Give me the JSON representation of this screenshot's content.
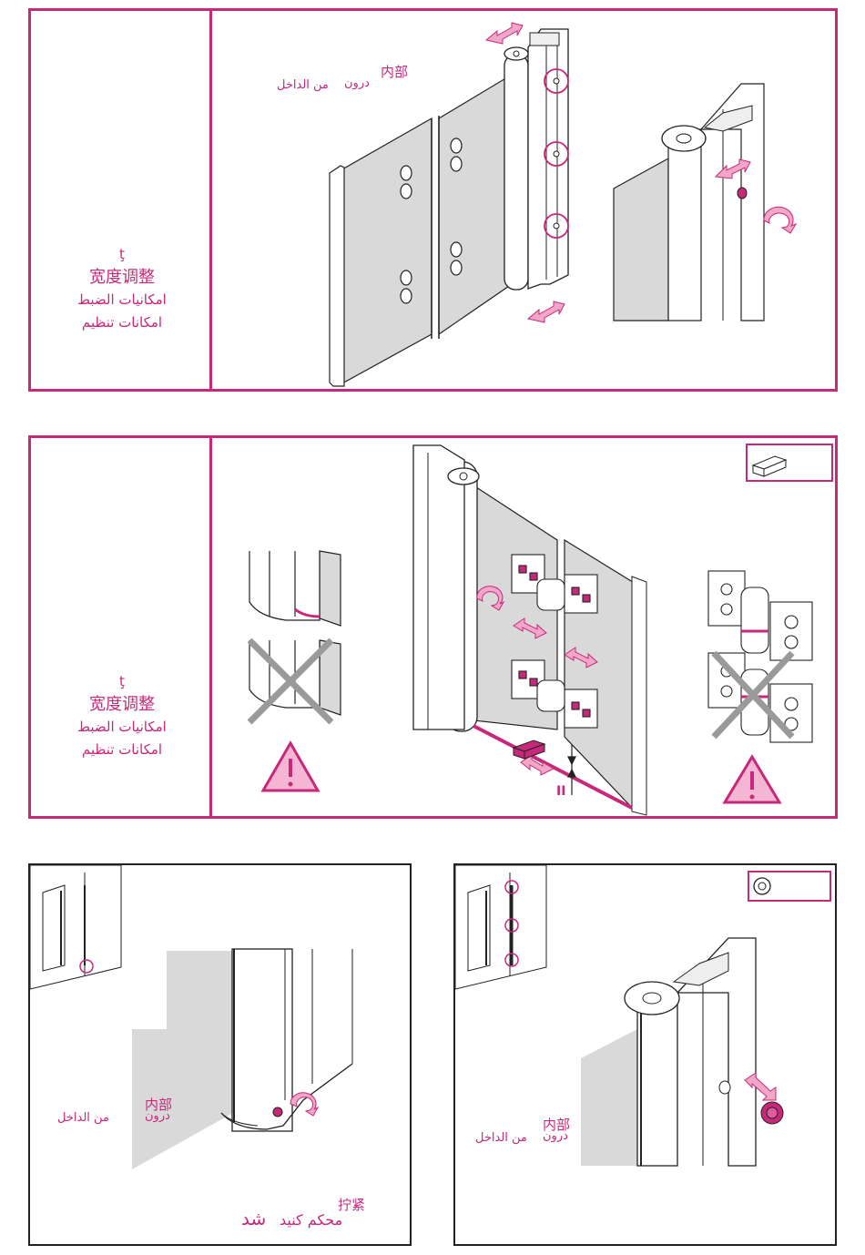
{
  "panels": [
    {
      "label": {
        "symbol": "ţ",
        "chinese": "宽度调整",
        "arabic_1": "امكانيات الضبط",
        "arabic_2": "امكانات تنظيم"
      },
      "tag": {
        "chinese": "内部",
        "arabic_a": "درون",
        "arabic_b": "من الداخل"
      }
    },
    {
      "label": {
        "symbol": "ţ",
        "chinese": "宽度调整",
        "arabic_1": "امكانيات الضبط",
        "arabic_2": "امكانات تنظيم"
      },
      "gap_mark": "II"
    },
    {
      "tag": {
        "chinese": "内部",
        "arabic_a": "درون",
        "arabic_b": "من الداخل"
      },
      "tighten": {
        "chinese": "拧紧",
        "arabic_a": "محکم کنید",
        "arabic_b": "شد"
      }
    },
    {
      "tag": {
        "chinese": "内部",
        "arabic_a": "درون",
        "arabic_b": "من الداخل"
      }
    }
  ],
  "colors": {
    "accent": "#c8287a",
    "arrow_fill": "#f2a6c8",
    "glass": "#d9d9d9",
    "line": "#222222",
    "warning_fill": "#f4b6d2"
  },
  "icons": [
    "double-arrow-icon",
    "rotate-arrow-icon",
    "warning-triangle-icon",
    "cross-out-icon",
    "spacer-block-icon",
    "cap-icon"
  ]
}
